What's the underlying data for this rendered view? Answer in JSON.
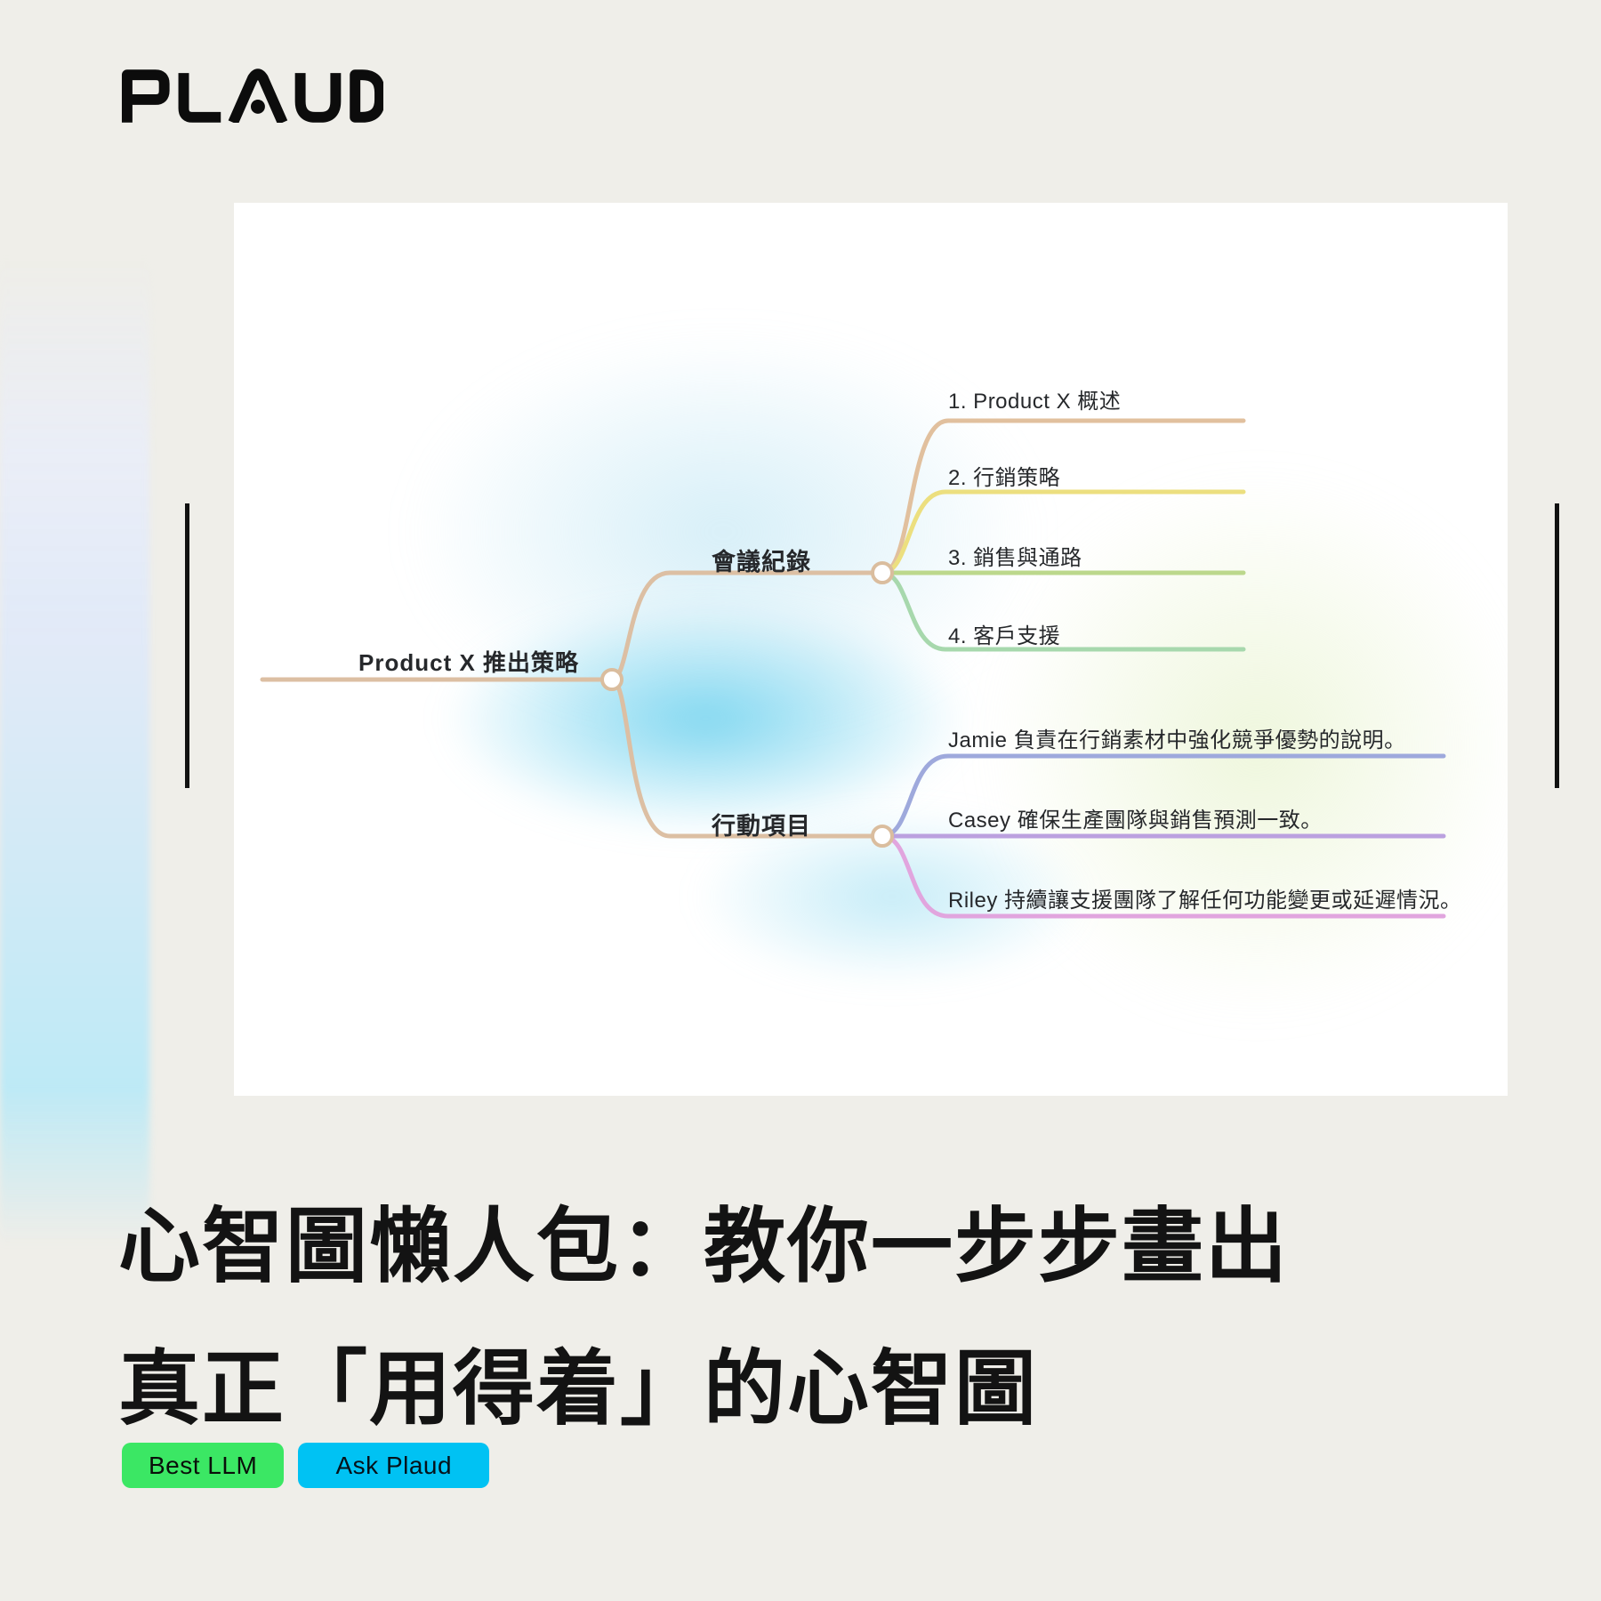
{
  "brand": {
    "logo_text": "PLAUD"
  },
  "mindmap": {
    "root": {
      "label": "Product X 推出策略"
    },
    "branches": [
      {
        "label": "會議紀錄",
        "children": [
          "1. Product X 概述",
          "2. 行銷策略",
          "3. 銷售與通路",
          "4. 客戶支援"
        ],
        "child_line_colors": [
          "#e1c09e",
          "#ecdf7f",
          "#bcd88c",
          "#a7d8ad"
        ]
      },
      {
        "label": "行動項目",
        "children": [
          "Jamie 負責在行銷素材中強化競爭優勢的說明。",
          "Casey 確保生產團隊與銷售預測一致。",
          "Riley 持續讓支援團隊了解任何功能變更或延遲情況。"
        ],
        "child_line_colors": [
          "#9ea9dc",
          "#bba1df",
          "#e1a5de"
        ]
      }
    ],
    "trunk_line_color": "#dcbfa3",
    "node_fill": "#ffffff",
    "node_stroke": "#dabd9e"
  },
  "headline": {
    "line1": "心智圖懶人包：教你一步步畫出",
    "line2": "真正「用得着」的心智圖"
  },
  "badges": [
    {
      "label": "Best LLM",
      "color": "#3be764"
    },
    {
      "label": "Ask Plaud",
      "color": "#00c2f3"
    }
  ],
  "background_color": "#efeee9"
}
